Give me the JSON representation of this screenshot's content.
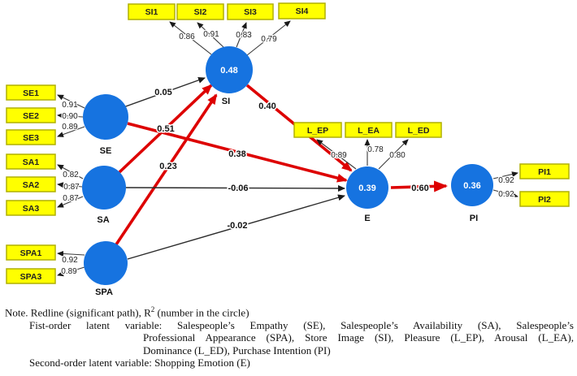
{
  "colors": {
    "node_fill": "#1673e0",
    "indicator_fill": "#ffff00",
    "indicator_border": "#b0b000",
    "significant_path": "#dd0000",
    "nonsignificant_path": "#2b2b2b",
    "r2_text": "#ffffff"
  },
  "model": {
    "nodes": [
      {
        "id": "SE",
        "label": "SE"
      },
      {
        "id": "SA",
        "label": "SA"
      },
      {
        "id": "SPA",
        "label": "SPA"
      },
      {
        "id": "SI",
        "label": "SI",
        "r2": "0.48"
      },
      {
        "id": "E",
        "label": "E",
        "r2": "0.39"
      },
      {
        "id": "PI",
        "label": "PI",
        "r2": "0.36"
      }
    ],
    "indicators": [
      {
        "label": "SI1",
        "loading": "0.86"
      },
      {
        "label": "SI2",
        "loading": "0.91"
      },
      {
        "label": "SI3",
        "loading": "0.83"
      },
      {
        "label": "SI4",
        "loading": "0.79"
      },
      {
        "label": "SE1",
        "loading": "0.91"
      },
      {
        "label": "SE2",
        "loading": "0.90"
      },
      {
        "label": "SE3",
        "loading": "0.89"
      },
      {
        "label": "SA1",
        "loading": "0.82"
      },
      {
        "label": "SA2",
        "loading": "0.87"
      },
      {
        "label": "SA3",
        "loading": "0.87"
      },
      {
        "label": "SPA1",
        "loading": "0.92"
      },
      {
        "label": "SPA3",
        "loading": "0.89"
      },
      {
        "label": "L_EP",
        "loading": "0.89"
      },
      {
        "label": "L_EA",
        "loading": "0.78"
      },
      {
        "label": "L_ED",
        "loading": "0.80"
      },
      {
        "label": "PI1",
        "loading": "0.92"
      },
      {
        "label": "PI2",
        "loading": "0.92"
      }
    ],
    "paths": [
      {
        "from": "SE",
        "to": "SI",
        "coef": "0.05",
        "significant": false
      },
      {
        "from": "SA",
        "to": "SI",
        "coef": "0.51",
        "significant": true
      },
      {
        "from": "SPA",
        "to": "SI",
        "coef": "0.23",
        "significant": true
      },
      {
        "from": "SI",
        "to": "E",
        "coef": "0.40",
        "significant": true
      },
      {
        "from": "SE",
        "to": "E",
        "coef": "0.38",
        "significant": true
      },
      {
        "from": "SA",
        "to": "E",
        "coef": "-0.06",
        "significant": false
      },
      {
        "from": "SPA",
        "to": "E",
        "coef": "-0.02",
        "significant": false
      },
      {
        "from": "E",
        "to": "PI",
        "coef": "0.60",
        "significant": true
      }
    ]
  },
  "note": {
    "line1_prefix": "Note. Redline (significant path), R",
    "line1_sup": "2",
    "line1_suffix": " (number in the circle)",
    "line2": "Fist-order latent variable: Salespeople’s Empathy (SE), Salespeople’s Availability (SA), Salespeople’s",
    "line3": "Professional Appearance (SPA), Store Image (SI), Pleasure (L_EP), Arousal (L_EA),",
    "line4": "Dominance (L_ED), Purchase Intention (PI)",
    "line5": "Second-order latent variable: Shopping Emotion (E)"
  }
}
